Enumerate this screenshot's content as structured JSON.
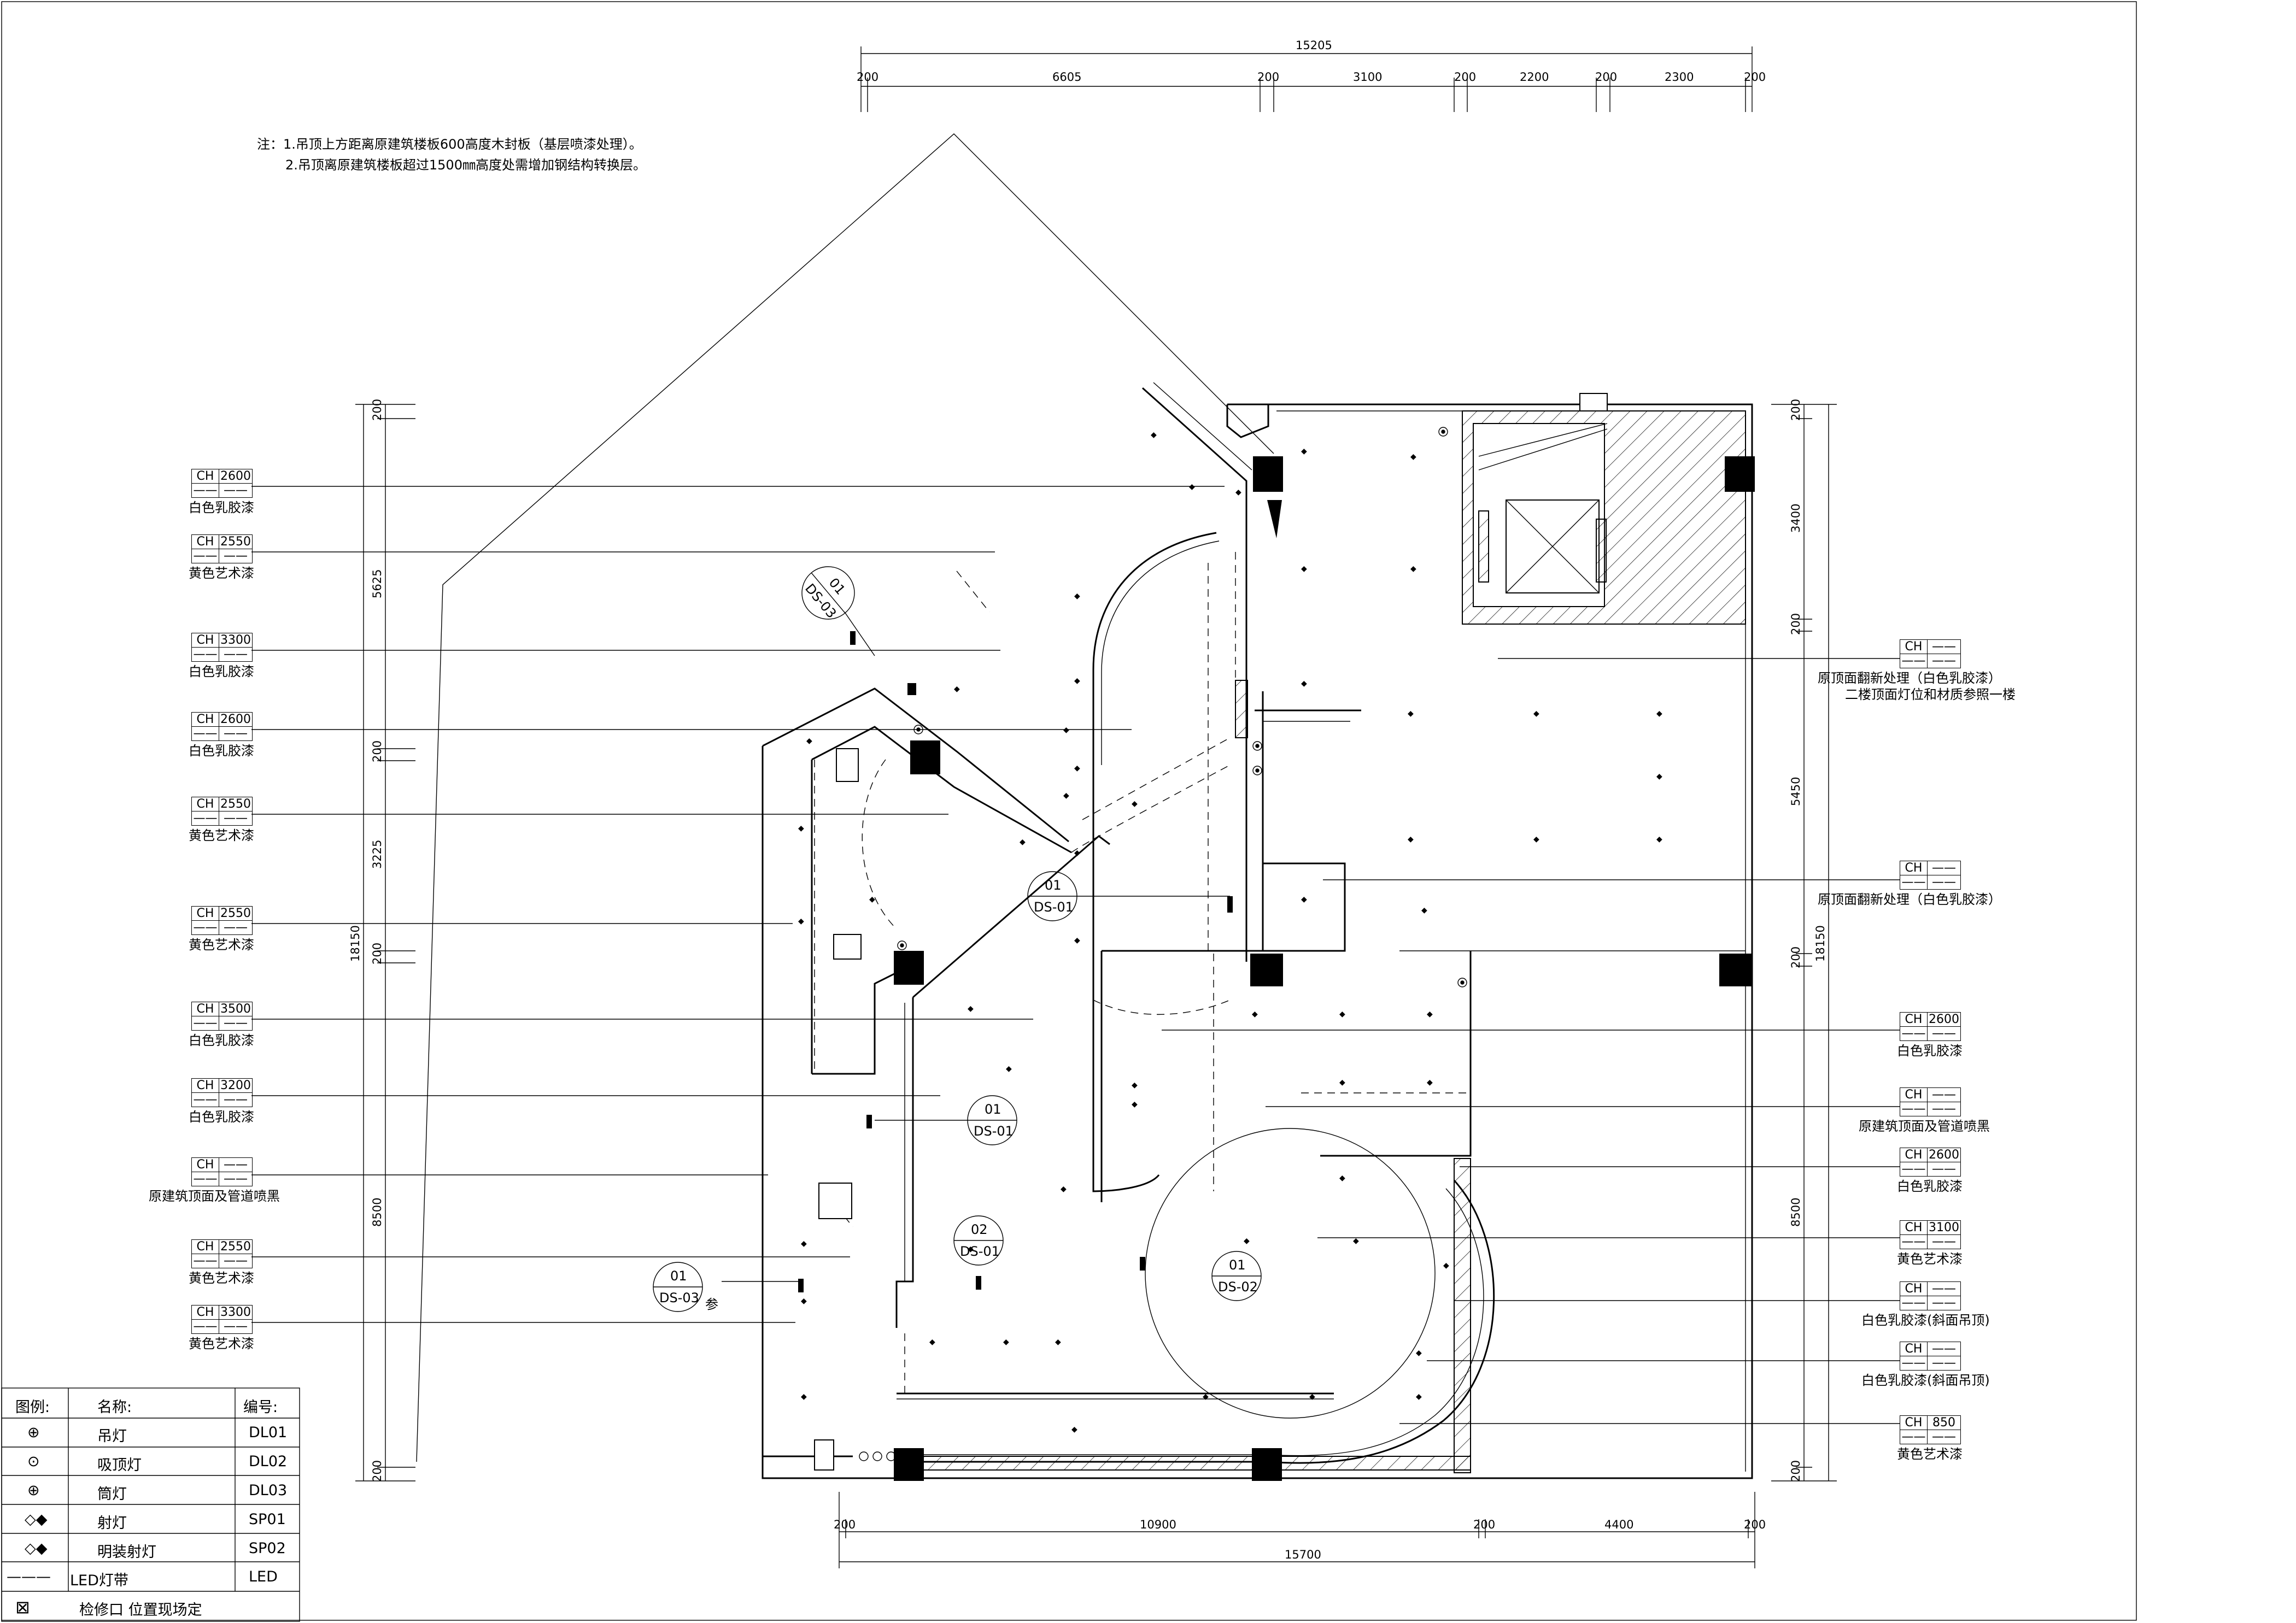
{
  "notes": [
    "注：1.吊顶上方距离原建筑楼板600高度木封板（基层喷漆处理）。",
    "2.吊顶离原建筑楼板超过1500㎜高度处需增加钢结构转换层。"
  ],
  "dimensions": {
    "top_total": "15205",
    "top_segments": [
      "200",
      "6605",
      "200",
      "3100",
      "200",
      "2200",
      "200",
      "2300",
      "200"
    ],
    "bottom_segments": [
      "200",
      "10900",
      "200",
      "4400",
      "200"
    ],
    "bottom_total": "15700",
    "left_total": "18150",
    "left_segments": [
      "200",
      "5625",
      "200",
      "3225",
      "200",
      "8500",
      "200"
    ],
    "right_total": "18150",
    "right_segments": [
      "200",
      "3400",
      "200",
      "5450",
      "200",
      "8500",
      "200"
    ]
  },
  "left_tags": [
    {
      "ch": "CH",
      "h": "2600",
      "a": "——",
      "b": "——",
      "label": "白色乳胶漆"
    },
    {
      "ch": "CH",
      "h": "2550",
      "a": "——",
      "b": "——",
      "label": "黄色艺术漆"
    },
    {
      "ch": "CH",
      "h": "3300",
      "a": "——",
      "b": "——",
      "label": "白色乳胶漆"
    },
    {
      "ch": "CH",
      "h": "2600",
      "a": "——",
      "b": "——",
      "label": "白色乳胶漆"
    },
    {
      "ch": "CH",
      "h": "2550",
      "a": "——",
      "b": "——",
      "label": "黄色艺术漆"
    },
    {
      "ch": "CH",
      "h": "2550",
      "a": "——",
      "b": "——",
      "label": "黄色艺术漆"
    },
    {
      "ch": "CH",
      "h": "3500",
      "a": "——",
      "b": "——",
      "label": "白色乳胶漆"
    },
    {
      "ch": "CH",
      "h": "3200",
      "a": "——",
      "b": "——",
      "label": "白色乳胶漆"
    },
    {
      "ch": "CH",
      "h": "——",
      "a": "——",
      "b": "——",
      "label": "原建筑顶面及管道喷黑"
    },
    {
      "ch": "CH",
      "h": "2550",
      "a": "——",
      "b": "——",
      "label": "黄色艺术漆"
    },
    {
      "ch": "CH",
      "h": "3300",
      "a": "——",
      "b": "——",
      "label": "黄色艺术漆"
    }
  ],
  "right_tags": [
    {
      "ch": "CH",
      "h": "——",
      "a": "——",
      "b": "——",
      "label": "原顶面翻新处理（白色乳胶漆）",
      "label2": "二楼顶面灯位和材质参照一楼"
    },
    {
      "ch": "CH",
      "h": "——",
      "a": "——",
      "b": "——",
      "label": "原顶面翻新处理（白色乳胶漆）",
      "label2": ""
    },
    {
      "ch": "CH",
      "h": "2600",
      "a": "——",
      "b": "——",
      "label": "白色乳胶漆",
      "label2": ""
    },
    {
      "ch": "CH",
      "h": "——",
      "a": "——",
      "b": "——",
      "label": "原建筑顶面及管道喷黑",
      "label2": ""
    },
    {
      "ch": "CH",
      "h": "2600",
      "a": "——",
      "b": "——",
      "label": "白色乳胶漆",
      "label2": ""
    },
    {
      "ch": "CH",
      "h": "3100",
      "a": "——",
      "b": "——",
      "label": "黄色艺术漆",
      "label2": ""
    },
    {
      "ch": "CH",
      "h": "——",
      "a": "——",
      "b": "——",
      "label": "白色乳胶漆(斜面吊顶)",
      "label2": ""
    },
    {
      "ch": "CH",
      "h": "——",
      "a": "——",
      "b": "——",
      "label": "白色乳胶漆(斜面吊顶)",
      "label2": ""
    },
    {
      "ch": "CH",
      "h": "850",
      "a": "——",
      "b": "——",
      "label": "黄色艺术漆",
      "label2": ""
    }
  ],
  "section_marks": [
    {
      "num": "01",
      "ref": "DS-03"
    },
    {
      "num": "01",
      "ref": "DS-01"
    },
    {
      "num": "01",
      "ref": "DS-01"
    },
    {
      "num": "02",
      "ref": "DS-01"
    },
    {
      "num": "01",
      "ref": "DS-02"
    },
    {
      "num": "01",
      "ref": "DS-03",
      "suffix": "参"
    }
  ],
  "legend": {
    "headers": [
      "图例:",
      "名称:",
      "编号:"
    ],
    "rows": [
      {
        "icon": "pendant-lamp-icon",
        "name": "吊灯",
        "code": "DL01"
      },
      {
        "icon": "ceiling-lamp-icon",
        "name": "吸顶灯",
        "code": "DL02"
      },
      {
        "icon": "downlight-icon",
        "name": "筒灯",
        "code": "DL03"
      },
      {
        "icon": "spotlight-icon",
        "name": "射灯",
        "code": "SP01"
      },
      {
        "icon": "surface-spotlight-icon",
        "name": "明装射灯",
        "code": "SP02"
      },
      {
        "icon": "led-strip-icon",
        "name": "LED灯带",
        "code": "LED"
      }
    ],
    "access": {
      "icon": "access-panel-icon",
      "text": "检修口 位置现场定"
    }
  }
}
